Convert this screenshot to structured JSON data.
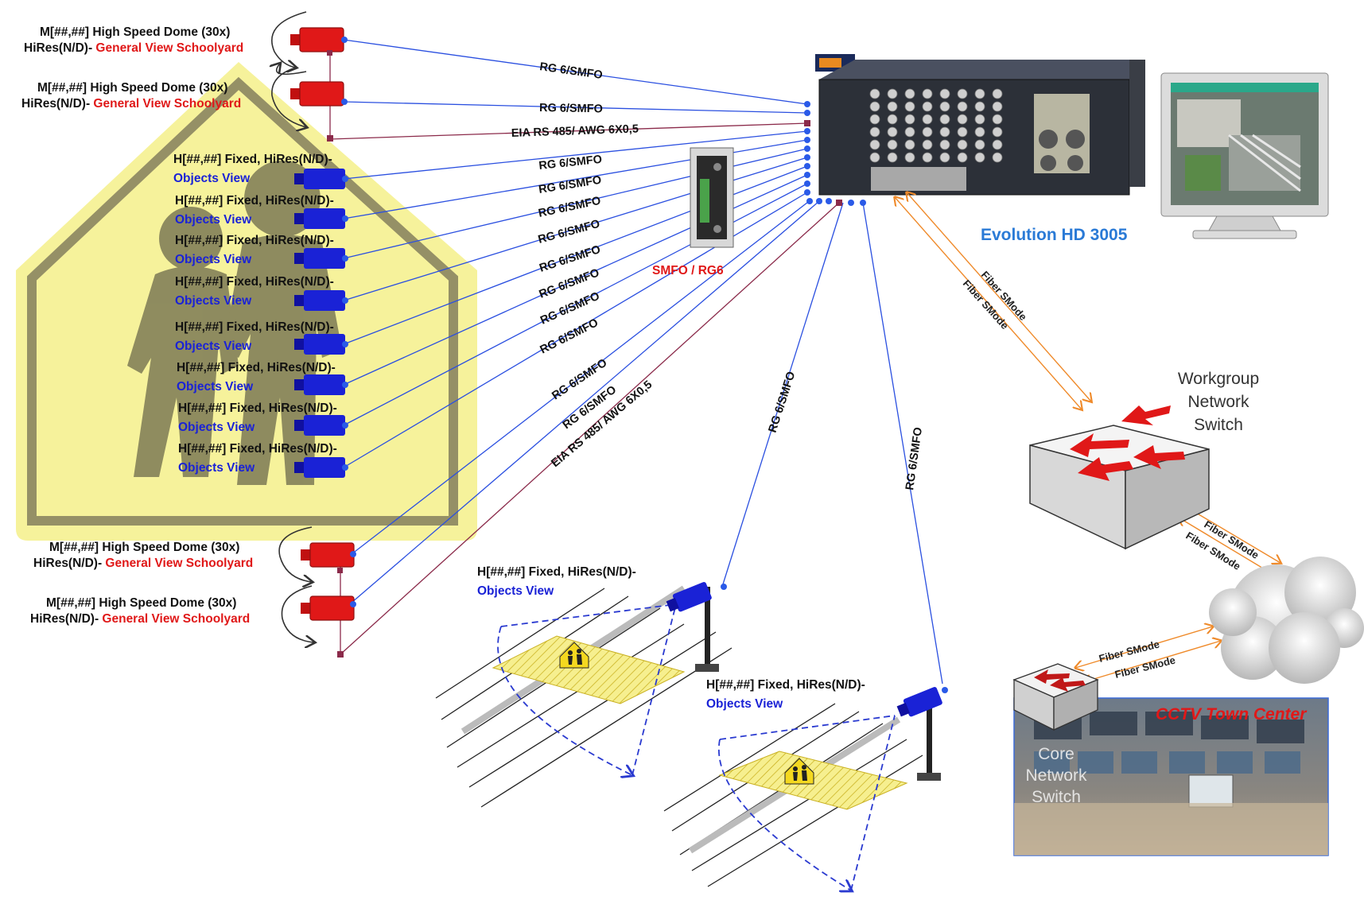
{
  "dome_cameras": [
    {
      "line1": "M[##,##] High Speed Dome (30x)",
      "line2a": "HiRes(N/D)- ",
      "line2b": "General View Schoolyard"
    },
    {
      "line1": "M[##,##] High Speed Dome (30x)",
      "line2a": "HiRes(N/D)- ",
      "line2b": "General View Schoolyard"
    },
    {
      "line1": "M[##,##] High Speed Dome (30x)",
      "line2a": "HiRes(N/D)- ",
      "line2b": "General View Schoolyard"
    },
    {
      "line1": "M[##,##] High Speed Dome (30x)",
      "line2a": "HiRes(N/D)- ",
      "line2b": "General View Schoolyard"
    }
  ],
  "fixed_cameras": [
    {
      "line1": "H[##,##] Fixed, HiRes(N/D)-",
      "line2": "Objects View"
    },
    {
      "line1": "H[##,##] Fixed, HiRes(N/D)-",
      "line2": "Objects View"
    },
    {
      "line1": "H[##,##] Fixed, HiRes(N/D)-",
      "line2": "Objects View"
    },
    {
      "line1": "H[##,##] Fixed, HiRes(N/D)-",
      "line2": "Objects View"
    },
    {
      "line1": "H[##,##] Fixed, HiRes(N/D)-",
      "line2": "Objects View"
    },
    {
      "line1": "H[##,##] Fixed, HiRes(N/D)-",
      "line2": "Objects View"
    },
    {
      "line1": "H[##,##] Fixed, HiRes(N/D)-",
      "line2": "Objects View"
    },
    {
      "line1": "H[##,##] Fixed, HiRes(N/D)-",
      "line2": "Objects View"
    }
  ],
  "road_cameras": [
    {
      "line1": "H[##,##] Fixed, HiRes(N/D)-",
      "line2": "Objects View"
    },
    {
      "line1": "H[##,##] Fixed, HiRes(N/D)-",
      "line2": "Objects View"
    }
  ],
  "cables": {
    "rg6": "RG 6/SMFO",
    "eia": "EIA RS 485/ AWG 6X0,5"
  },
  "converter_label": "SMFO / RG6",
  "recorder_label": "Evolution HD 3005",
  "fiber": "Fiber SMode",
  "workgroup_switch": [
    "Workgroup",
    "Network",
    "Switch"
  ],
  "core_switch": [
    "Core",
    "Network",
    "Switch"
  ],
  "cctv_center": "CCTV Town Center",
  "colors": {
    "cable_blue": "#2a4fe0",
    "cable_maroon": "#8b2a4a",
    "fiber_orange": "#ef8a2a",
    "dome_red": "#e01818",
    "fixed_blue": "#1a22d6",
    "sign_yellow": "#f4f08a"
  }
}
